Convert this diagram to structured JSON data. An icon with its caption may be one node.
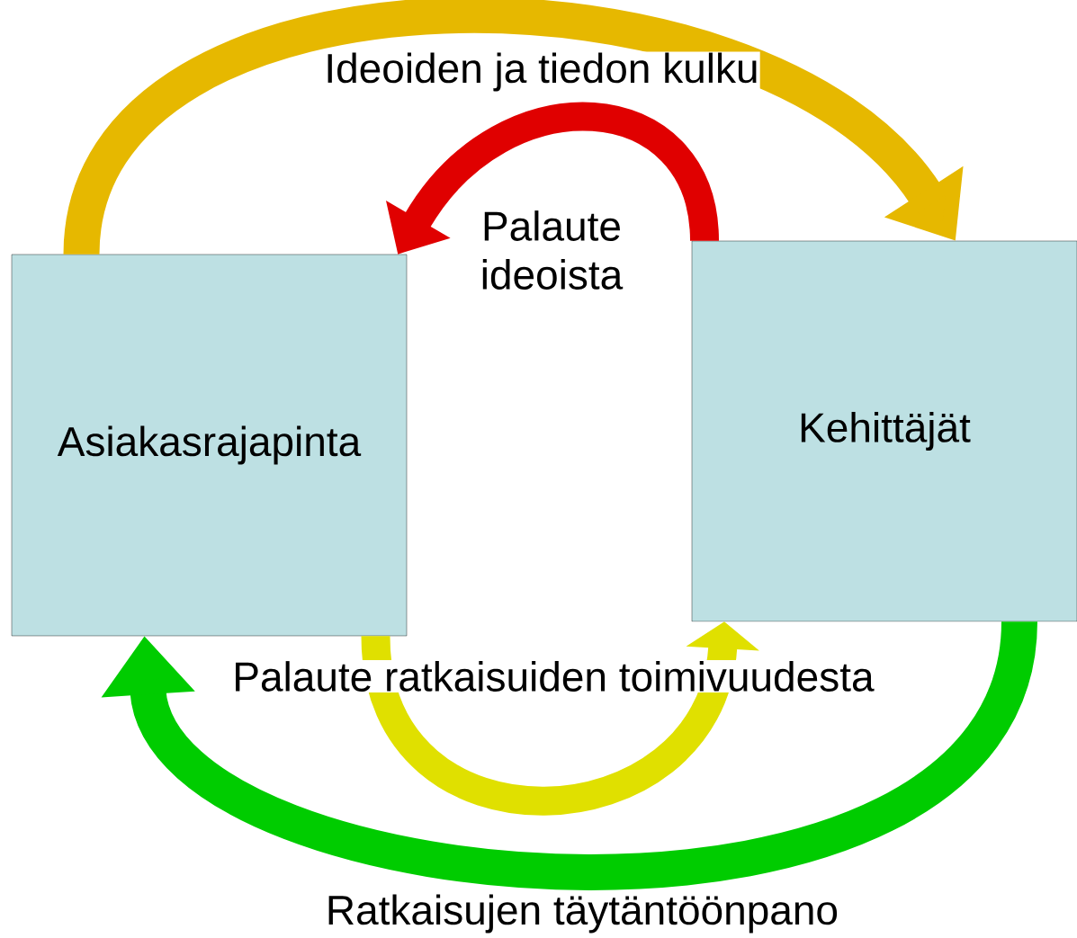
{
  "diagram": {
    "nodes": [
      {
        "text": [
          "Asiakasrajapinta"
        ]
      },
      {
        "text": [
          "Kehittäjät"
        ]
      }
    ],
    "edges": [
      {
        "from": 0,
        "to": 1,
        "arrow": "to",
        "label": "Ideoiden ja tiedon kulku",
        "color": "#e6b800"
      },
      {
        "from": 1,
        "to": 0,
        "arrow": "to",
        "label": "Palaute ideoista",
        "color": "#e00000"
      },
      {
        "from": 0,
        "to": 1,
        "arrow": "to",
        "label": "Palaute ratkaisuiden toimivuudesta",
        "color": "#e0e000"
      },
      {
        "from": 1,
        "to": 0,
        "arrow": "to",
        "label": "Ratkaisujen täytäntöönpano",
        "color": "#00cc00"
      }
    ]
  }
}
